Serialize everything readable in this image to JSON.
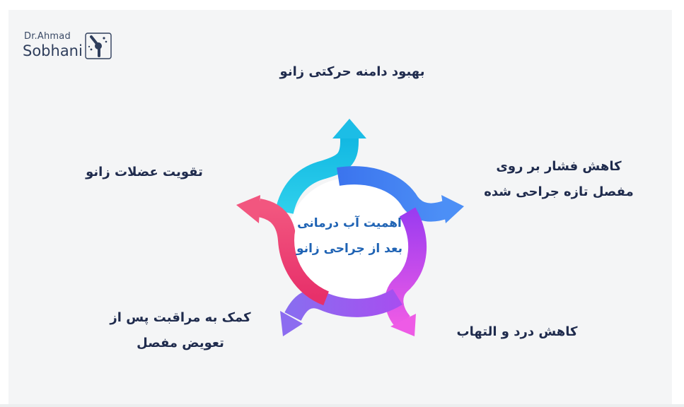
{
  "logo": {
    "line1": "Dr.Ahmad",
    "line2": "Sobhani",
    "mark_icon": "knee-joint-icon"
  },
  "diagram": {
    "center": {
      "line1": "اهمیت آب درمانی",
      "line2": "بعد از جراحی زانو"
    },
    "items": [
      {
        "lines": [
          "بهبود دامنه حرکتی زانو"
        ],
        "color_start": "#1ec8e6",
        "color_end": "#13b9e3"
      },
      {
        "lines": [
          "کاهش فشار بر روی",
          "مفصل تازه جراحی شده"
        ],
        "color_start": "#3a7cf0",
        "color_end": "#4a8cf5"
      },
      {
        "lines": [
          "کاهش درد و التهاب"
        ],
        "color_start": "#b03ef0",
        "color_end": "#e256e8"
      },
      {
        "lines": [
          "کمک به مراقبت پس از",
          "تعویض مفصل"
        ],
        "color_start": "#9a5cf0",
        "color_end": "#8c6cf0"
      },
      {
        "lines": [
          "تقویت عضلات زانو"
        ],
        "color_start": "#f0306a",
        "color_end": "#f04e82"
      }
    ]
  }
}
